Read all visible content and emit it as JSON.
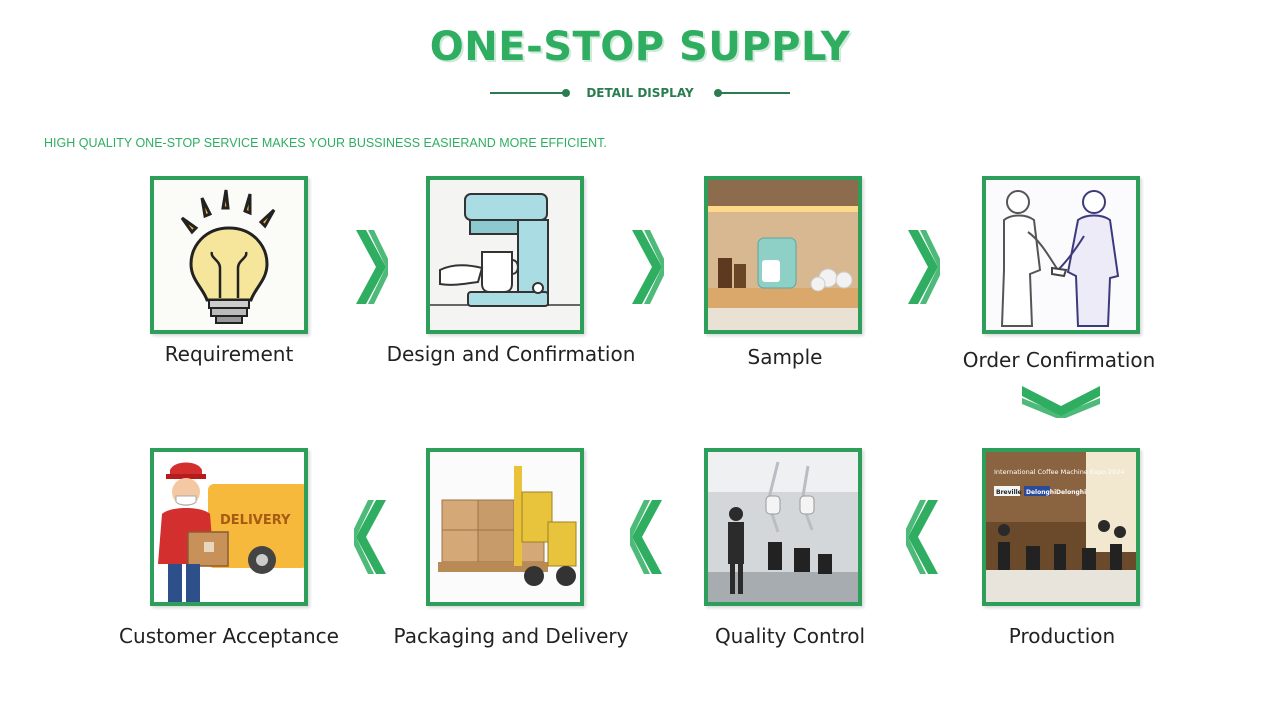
{
  "header": {
    "title": "ONE-STOP SUPPLY",
    "subtitle": "DETAIL DISPLAY",
    "tagline": "HIGH QUALITY ONE-STOP SERVICE MAKES YOUR BUSSINESS EASIERAND MORE EFFICIENT."
  },
  "steps": [
    {
      "label": "Requirement"
    },
    {
      "label": "Design and Confirmation"
    },
    {
      "label": "Sample"
    },
    {
      "label": "Order Confirmation"
    },
    {
      "label": "Production"
    },
    {
      "label": "Quality Control"
    },
    {
      "label": "Packaging and Delivery"
    },
    {
      "label": "Customer Acceptance"
    }
  ],
  "images": {
    "delivery_truck_text": "DELIVERY",
    "expo_banner": "International Coffee Machine Expo 2024",
    "brand_1": "Breville",
    "brand_2": "Delonghi",
    "brand_3": "Delonghi"
  },
  "colors": {
    "accent": "#2fae62",
    "border": "#2e9e5b",
    "dark_green": "#2a7d50"
  }
}
